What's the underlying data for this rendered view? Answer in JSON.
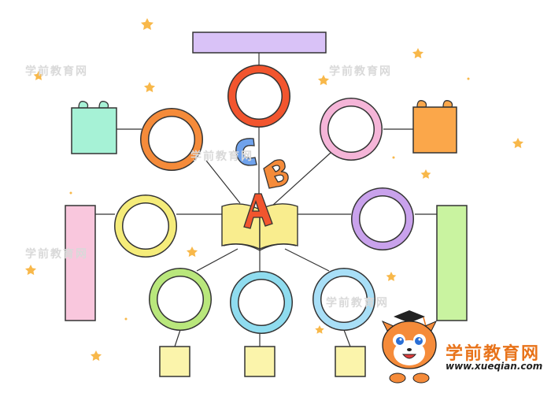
{
  "watermark_text": "学前教育网",
  "brand": {
    "name": "学前教育网",
    "url": "www.xueqian.com"
  },
  "book_letters": [
    "A",
    "B",
    "C"
  ],
  "colors": {
    "title_box": "#d9c2f7",
    "center_circle": "#f2552e",
    "left_top_circle": "#f58b3a",
    "right_top_circle": "#f5b5d8",
    "left_mid_circle": "#f5ec7a",
    "right_mid_circle": "#c9a2ec",
    "bottom_left_circle": "#b9e77c",
    "bottom_mid_circle": "#8fdcef",
    "bottom_right_circle": "#a8dff7",
    "gift_left": "#a6f2d6",
    "gift_right": "#fba74a",
    "bar_left": "#f9c7dd",
    "bar_right": "#c9f3a0",
    "small_boxes": "#fbf4ab",
    "book": "#f9ed8e",
    "star": "#f8b84a"
  }
}
